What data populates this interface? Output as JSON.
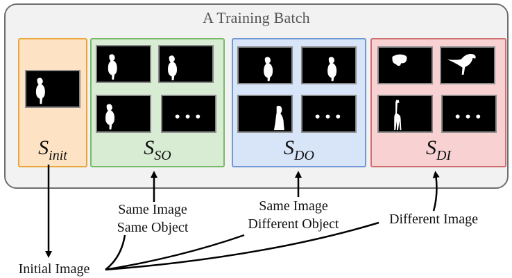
{
  "batch": {
    "title": "A Training Batch"
  },
  "groups": [
    {
      "id": "init",
      "label_main": "S",
      "label_sub": "init"
    },
    {
      "id": "so",
      "label_main": "S",
      "label_sub": "SO"
    },
    {
      "id": "do",
      "label_main": "S",
      "label_sub": "DO"
    },
    {
      "id": "di",
      "label_main": "S",
      "label_sub": "DI"
    }
  ],
  "thumbnails": {
    "ellipsis": "•••"
  },
  "captions": {
    "same_image_same_object": {
      "line1": "Same Image",
      "line2": "Same Object"
    },
    "same_image_different_object": {
      "line1": "Same Image",
      "line2": "Different Object"
    },
    "different_image": {
      "line1": "Different Image"
    },
    "initial_image": {
      "line1": "Initial Image"
    }
  },
  "colors": {
    "init_fill": "#fde3c3",
    "init_border": "#e9a63b",
    "so_fill": "#d7ecd2",
    "so_border": "#79b96a",
    "do_fill": "#d8e5f8",
    "do_border": "#6f98d4",
    "di_fill": "#f8d2d2",
    "di_border": "#cf6f6f",
    "batch_fill": "#f2f2f2",
    "batch_border": "#6e6e6e"
  }
}
